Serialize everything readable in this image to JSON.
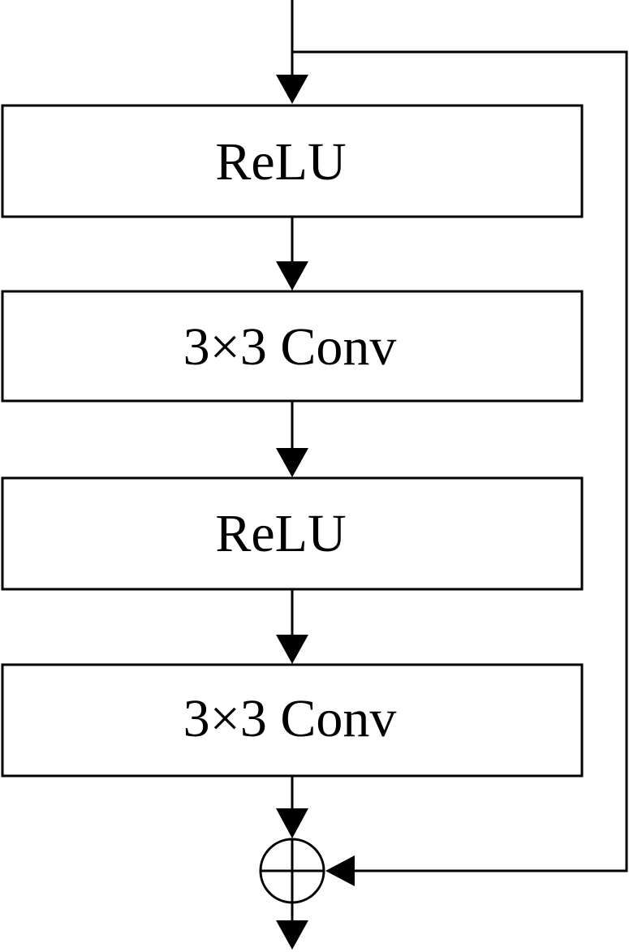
{
  "diagram": {
    "blocks": [
      {
        "label": "ReLU"
      },
      {
        "label": "3×3 Conv"
      },
      {
        "label": "ReLU"
      },
      {
        "label": "3×3 Conv"
      }
    ],
    "colors": {
      "stroke": "#000000",
      "fill": "#ffffff"
    },
    "icons": {
      "sum_node": "circle-plus-icon"
    }
  }
}
